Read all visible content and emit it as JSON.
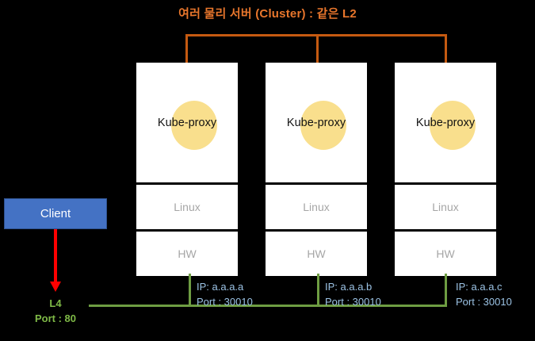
{
  "diagram": {
    "title": "여러 물리 서버 (Cluster) : 같은 L2",
    "title_color": "#E8762C",
    "background_color": "#000000",
    "bracket_color": "#C55A11",
    "network_line_color": "#6E9D42"
  },
  "client": {
    "label": "Client",
    "box_color": "#4472C4",
    "text_color": "#FFFFFF",
    "arrow_color": "#FF0000"
  },
  "entrypoint": {
    "layer": "L4",
    "port": "Port : 80",
    "text_color": "#7FBA47"
  },
  "servers": [
    {
      "proxy": "Kube-proxy",
      "os": "Linux",
      "hw": "HW",
      "ip": "IP: a.a.a.a",
      "port": "Port : 30010",
      "circle_color": "#F9DF8D"
    },
    {
      "proxy": "Kube-proxy",
      "os": "Linux",
      "hw": "HW",
      "ip": "IP: a.a.a.b",
      "port": "Port : 30010",
      "circle_color": "#F9DF8D"
    },
    {
      "proxy": "Kube-proxy",
      "os": "Linux",
      "hw": "HW",
      "ip": "IP: a.a.a.c",
      "port": "Port : 30010",
      "circle_color": "#F9DF8D"
    }
  ]
}
